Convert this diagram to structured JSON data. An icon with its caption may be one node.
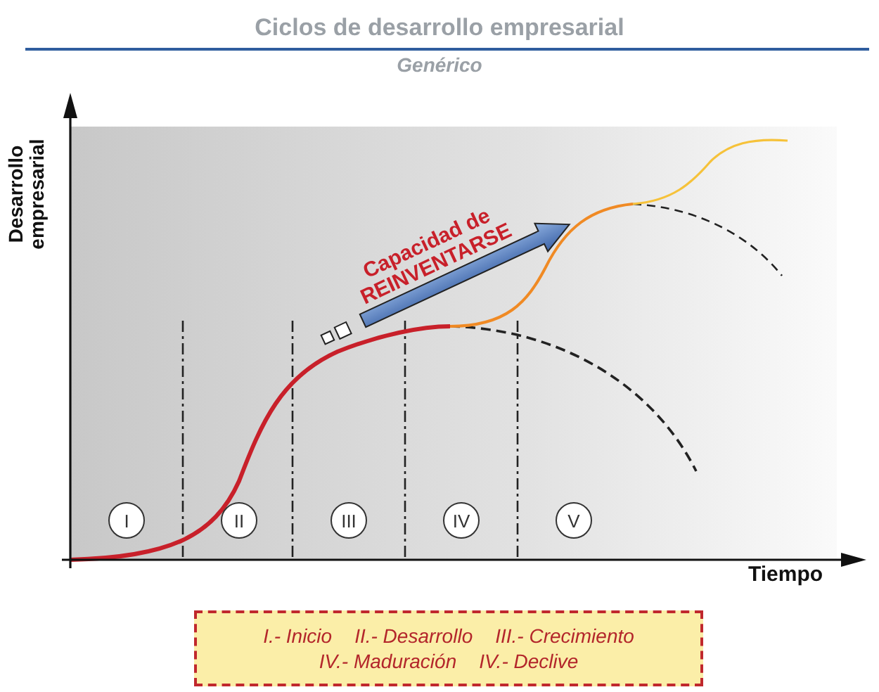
{
  "diagram": {
    "title": "Ciclos de desarrollo empresarial",
    "nodes": [
      {
        "text": [
          "I"
        ]
      },
      {
        "text": [
          "II"
        ]
      },
      {
        "text": [
          "III"
        ]
      },
      {
        "text": [
          "IV"
        ]
      },
      {
        "text": [
          "V"
        ]
      },
      {
        "text": [
          "I.- Inicio",
          "II.- Desarrollo",
          "III.- Crecimiento",
          "IV.- Maduración",
          "IV.- Declive"
        ]
      }
    ],
    "edges": [],
    "labels": [
      "Genérico",
      "Desarrollo empresarial",
      "Capacidad de REINVENTARSE",
      "Tiempo"
    ]
  }
}
